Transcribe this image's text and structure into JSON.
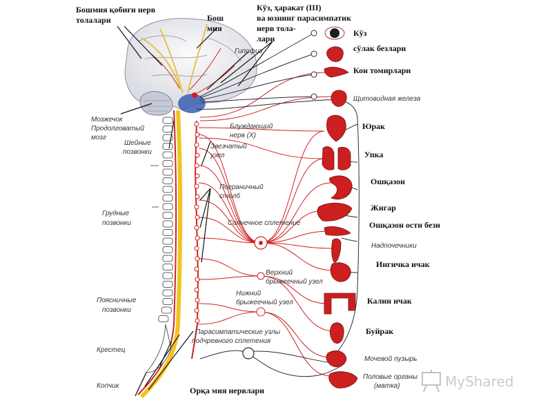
{
  "labels_top": {
    "cranial_nerves": [
      "Бошмия қобиғи нерв",
      "толалари"
    ],
    "brain": [
      "Бош",
      "мия"
    ],
    "oculomotor": [
      "Кўз, ҳаракат (III)",
      "ва юзнинг парасимпатик",
      "нерв тола-",
      "лари"
    ],
    "pituitary": "Гипофиз"
  },
  "labels_left": {
    "cerebellum": [
      "Мозжечок",
      "Продолговатый",
      "мозг"
    ],
    "cervical": [
      "Шейные",
      "позвонки"
    ],
    "thoracic": [
      "Грудные",
      "позвонки"
    ],
    "lumbar": [
      "Поясничные",
      "позвонки"
    ],
    "sacrum": "Крестец",
    "coccyx": "Копчик"
  },
  "labels_middle": {
    "vagus": [
      "Блуждающий",
      "нерв (X)"
    ],
    "stellate": [
      "Звезчатый",
      "узел"
    ],
    "border_column": [
      "Пограничный",
      "столб"
    ],
    "solar_plexus": "Солнечное сплетение",
    "upper_mesenteric": [
      "Верхний",
      "брыжеечный узел"
    ],
    "lower_mesenteric": [
      "Нижний",
      "брыжеечный узел"
    ],
    "parasympathetic": [
      "Парасимпатические узлы",
      "подчревного сплетения"
    ],
    "spinal_nerves": "Орқа мия нервлари"
  },
  "organs": [
    {
      "label": "Кўз",
      "style": "bold"
    },
    {
      "label": "сўлак безлари",
      "style": "bold"
    },
    {
      "label": "Кон томирлари",
      "style": "bold"
    },
    {
      "label": "Щитовидная железа",
      "style": "italic"
    },
    {
      "label": "Юрак",
      "style": "bold"
    },
    {
      "label": "Упка",
      "style": "bold"
    },
    {
      "label": "Ошқазон",
      "style": "bold"
    },
    {
      "label": "Жигар",
      "style": "bold"
    },
    {
      "label": "Ошқазон ости бези",
      "style": "bold"
    },
    {
      "label": "Надпочечники",
      "style": "italic"
    },
    {
      "label": "Ингичка ичак",
      "style": "bold"
    },
    {
      "label": "Калин ичак",
      "style": "bold"
    },
    {
      "label": "Буйрак",
      "style": "bold"
    },
    {
      "label": "Мочевой пузырь",
      "style": "italic"
    },
    {
      "label": "Половые органы",
      "style": "italic"
    },
    {
      "label": "(матка)",
      "style": "italic"
    }
  ],
  "watermark": {
    "text": "MyShared",
    "icon": "presentation-board-icon"
  },
  "colors": {
    "nerve": "#d21f1f",
    "spine": "#f0c020",
    "organ": "#cc1f1f",
    "line": "#2a2a3a",
    "parasym": "#3557a8"
  }
}
